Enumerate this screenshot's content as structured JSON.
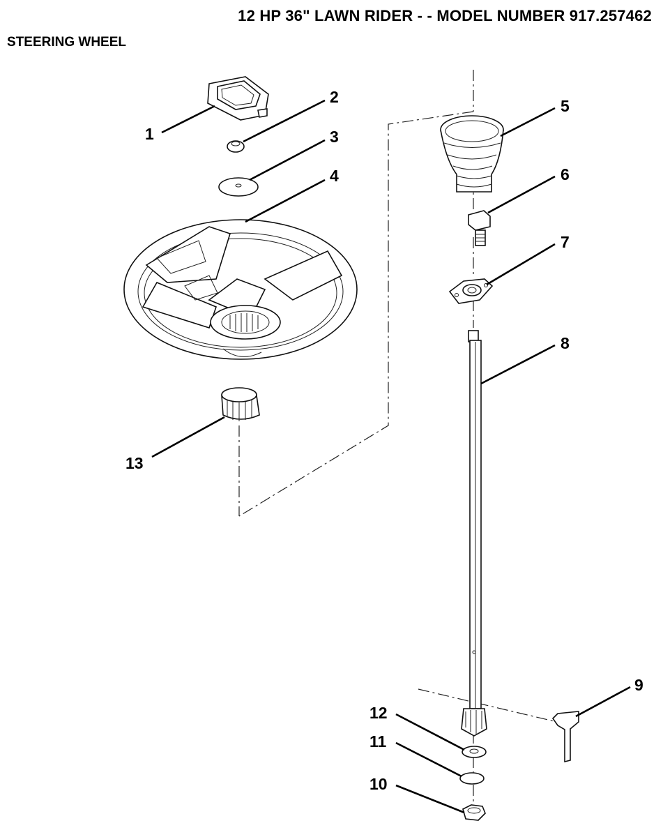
{
  "header": {
    "title": "12 HP 36\" LAWN RIDER - - MODEL NUMBER 917.257462",
    "subtitle": "STEERING WHEEL"
  },
  "callouts": {
    "c1": "1",
    "c2": "2",
    "c3": "3",
    "c4": "4",
    "c5": "5",
    "c6": "6",
    "c7": "7",
    "c8": "8",
    "c9": "9",
    "c10": "10",
    "c11": "11",
    "c12": "12",
    "c13": "13"
  }
}
